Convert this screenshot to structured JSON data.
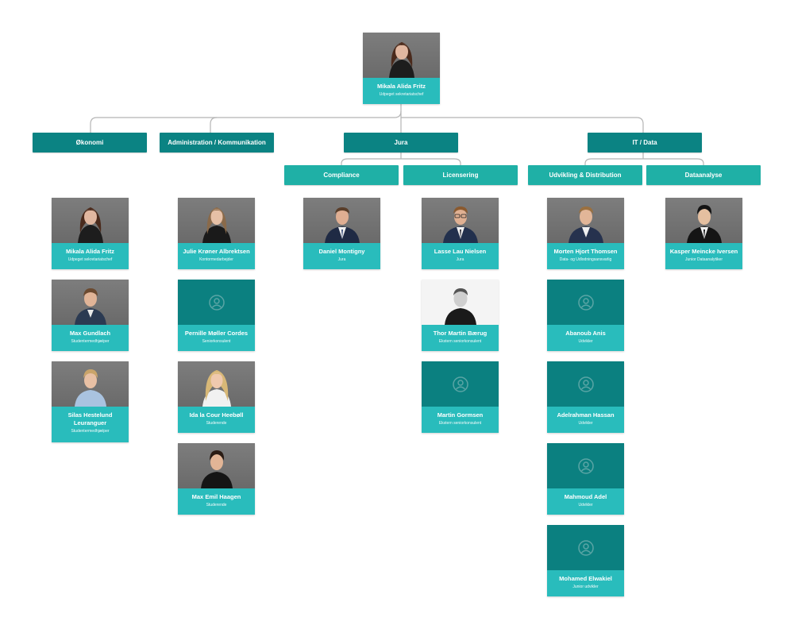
{
  "colors": {
    "dept": "#0b8383",
    "sub": "#1fb0a6",
    "card_info": "#29bcbc",
    "placeholder_photo": "#0b8080",
    "connector": "#b5b5b5"
  },
  "root": {
    "name": "Mikala Alida Fritz",
    "title": "Udpeget sekretariatschef",
    "photo": "photo-woman-dark-hair"
  },
  "departments": {
    "okonomi": "Økonomi",
    "admin": "Administration / Kommunikation",
    "jura": "Jura",
    "itdata": "IT / Data"
  },
  "subunits": {
    "compliance": "Compliance",
    "licensering": "Licensering",
    "udvikling": "Udvikling & Distribution",
    "dataanalyse": "Dataanalyse"
  },
  "people": {
    "okonomi": [
      {
        "name": "Mikala Alida Fritz",
        "title": "Udpeget sekretariatschef",
        "icon": "photo-woman-dark-hair"
      },
      {
        "name": "Max Gundlach",
        "title": "Studentermedhjælper",
        "icon": "photo-man-short-hair"
      },
      {
        "name": "Silas Hestelund Leuranguer",
        "title": "Studentermedhjælper",
        "icon": "photo-man-blond"
      }
    ],
    "admin": [
      {
        "name": "Julie Krøner Albrektsen",
        "title": "Kontormedarbejder",
        "icon": "photo-woman-light-hair"
      },
      {
        "name": "Pernille Møller Cordes",
        "title": "Seniorkonsulent",
        "icon": "user-placeholder-icon"
      },
      {
        "name": "Ida la Cour Heebøll",
        "title": "Studerende",
        "icon": "photo-woman-blonde"
      },
      {
        "name": "Max Emil Haagen",
        "title": "Studerende",
        "icon": "photo-man-dark-hair"
      }
    ],
    "compliance": [
      {
        "name": "Daniel Montigny",
        "title": "Jura",
        "icon": "photo-man-suit"
      }
    ],
    "licensering": [
      {
        "name": "Lasse Lau Nielsen",
        "title": "Jura",
        "icon": "photo-man-glasses"
      },
      {
        "name": "Thor Martin Bærug",
        "title": "Ekstern seniorkonsulent",
        "icon": "photo-man-bw"
      },
      {
        "name": "Martin Gormsen",
        "title": "Ekstern seniorkonsulent",
        "icon": "user-placeholder-icon"
      }
    ],
    "udvikling": [
      {
        "name": "Morten Hjort Thomsen",
        "title": "Data- og Udlodningsansvarlig",
        "icon": "photo-man-suit"
      },
      {
        "name": "Abanoub Anis",
        "title": "Udvikler",
        "icon": "user-placeholder-icon"
      },
      {
        "name": "Adelrahman Hassan",
        "title": "Udvikler",
        "icon": "user-placeholder-icon"
      },
      {
        "name": "Mahmoud Adel",
        "title": "Udvikler",
        "icon": "user-placeholder-icon"
      },
      {
        "name": "Mohamed Elwakiel",
        "title": "Junior udvikler",
        "icon": "user-placeholder-icon"
      }
    ],
    "dataanalyse": [
      {
        "name": "Kasper Meincke Iversen",
        "title": "Junior Dataanalytiker",
        "icon": "photo-man-dark-suit"
      }
    ]
  }
}
